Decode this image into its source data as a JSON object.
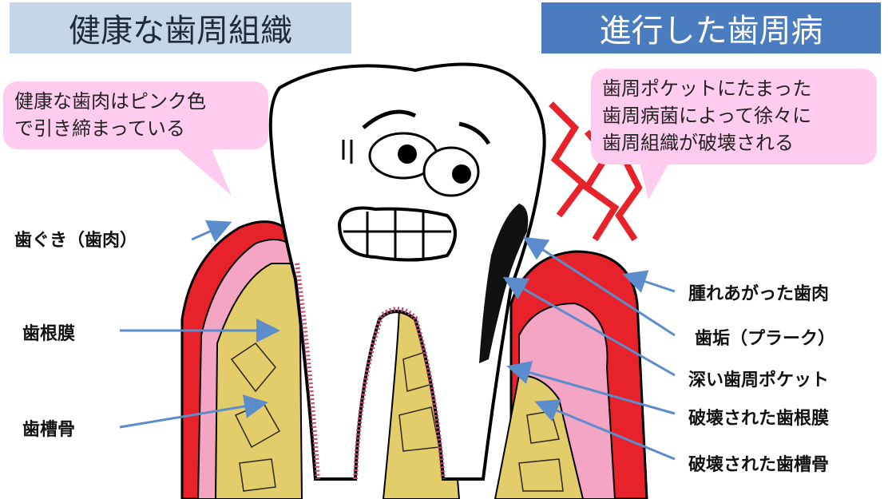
{
  "banners": {
    "left": "健康な歯周組織",
    "right": "進行した歯周病"
  },
  "bubbles": {
    "left_lines": [
      "健康な歯肉はピンク色",
      "で引き締まっている"
    ],
    "right_lines": [
      "歯周ポケットにたまった",
      "歯周病菌によって徐々に",
      "歯周組織が破壊される"
    ]
  },
  "labels_left": {
    "gum": "歯ぐき（歯肉）",
    "periodontal_ligament": "歯根膜",
    "alveolar_bone": "歯槽骨"
  },
  "labels_right": {
    "swollen_gum": "腫れあがった歯肉",
    "plaque": "歯垢（プラーク）",
    "deep_pocket": "深い歯周ポケット",
    "destroyed_ligament": "破壊された歯根膜",
    "destroyed_bone": "破壊された歯槽骨"
  },
  "colors": {
    "banner_left_bg": "#c5d6ea",
    "banner_right_bg": "#4a7cbf",
    "bubble_bg": "#ffcbef",
    "gum_red": "#e8222a",
    "gum_pink": "#f4a5c4",
    "bone_yellow": "#e3cc6a",
    "arrow_blue": "#5b8ccc"
  }
}
